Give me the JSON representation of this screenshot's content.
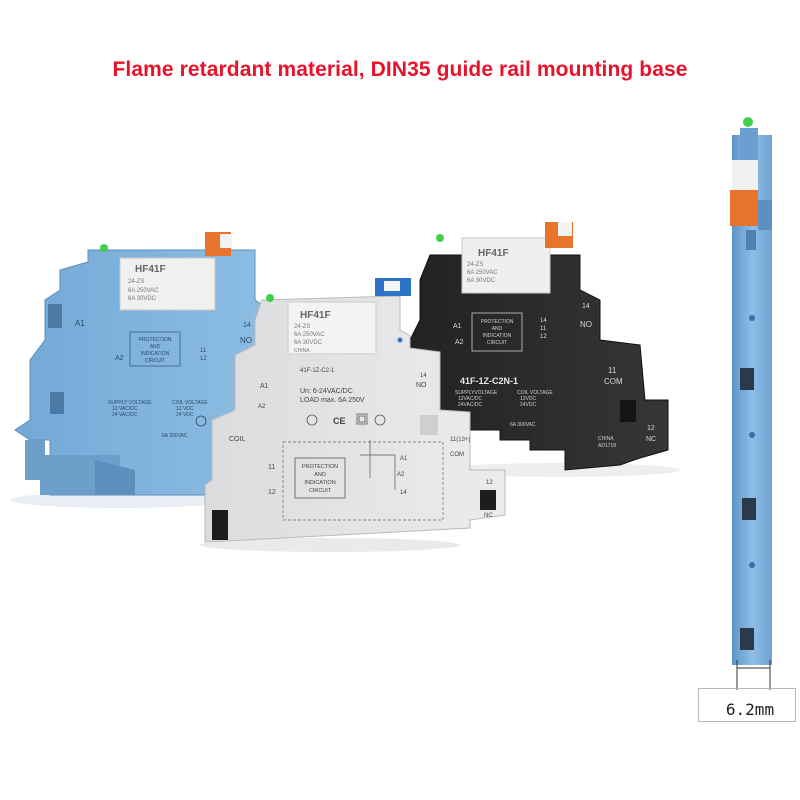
{
  "headline": "Flame retardant material, DIN35 guide rail mounting base",
  "dimension": "6.2mm",
  "colors": {
    "headline": "#e8132a",
    "blue_base": "#7fb3dc",
    "white_base": "#e6e6e8",
    "black_base": "#2a2a2c",
    "orange_clip": "#e8732a",
    "blue_clip": "#2f73c9",
    "led": "#3fd14a"
  },
  "blue_relay": {
    "brand": "HF41F",
    "model_line": "24-ZS",
    "rating1": "6A 250VAC",
    "rating2": "6A 30VDC",
    "terminals": [
      "A1",
      "A2",
      "14",
      "NO",
      "11",
      "12"
    ],
    "circuit": [
      "PROTECTION",
      "AND",
      "INDICATION",
      "CIRCUIT"
    ],
    "supply": "SUPPLY VOLTAGE",
    "supply_ac": "12 VAC/DC",
    "supply_dc": "24 VAC/DC",
    "coil": "COIL VOLTAGE",
    "coil_1": "12 VDC",
    "coil_2": "24 VDC",
    "rating": "6A 300VAC"
  },
  "white_relay": {
    "brand": "HF41F",
    "model_line": "24-ZS",
    "rating1": "6A 250VAC",
    "rating2": "6A 30VDC",
    "origin": "CHINA",
    "model": "41F-1Z-C2-1",
    "un": "Un: 6-24VAC/DC",
    "load": "LOAD max. 6A 250V",
    "coil": "COIL",
    "terminals": [
      "A1",
      "A2",
      "14",
      "NO",
      "11",
      "12",
      "A1",
      "A2",
      "14",
      "11(13+)",
      "12",
      "11(13+)",
      "COM",
      "12",
      "NC"
    ],
    "circuit": [
      "PROTECTION",
      "AND",
      "INDICATION",
      "CIRCUIT"
    ],
    "circuit_top": [
      "PROTECTION",
      "AND",
      "INDICATION",
      "CIRCUIT"
    ]
  },
  "black_relay": {
    "brand": "HF41F",
    "model_line": "24-ZS",
    "rating1": "6A 250VAC",
    "rating2": "6A 30VDC",
    "origin": "CHINA",
    "model": "41F-1Z-C2N-1",
    "supply": "SUPPLYVOLTAGE",
    "supply_ac": "12VAC/DC",
    "supply_dc": "24VAC/DC",
    "coil": "COIL VOLTAGE",
    "coil_1": "12VDC",
    "coil_2": "24VDC",
    "terminals": [
      "A1",
      "A2",
      "14",
      "NO",
      "14",
      "11",
      "12",
      "11",
      "COM",
      "12",
      "NC"
    ],
    "circuit": [
      "PROTECTION",
      "AND",
      "INDICATION",
      "CIRCUIT"
    ],
    "rating": "6A 300VAC",
    "bottom_origin": "CHINA",
    "bottom_code": "AD1718"
  }
}
